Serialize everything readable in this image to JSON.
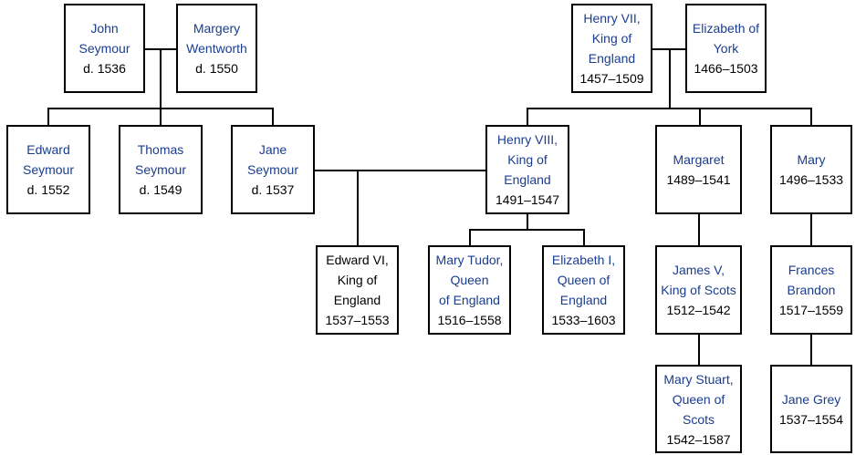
{
  "people": {
    "john_seymour": {
      "lines": [
        "John",
        "Seymour"
      ],
      "dates": "d. 1536",
      "linked": true
    },
    "margery_wentworth": {
      "lines": [
        "Margery",
        "Wentworth"
      ],
      "dates": "d. 1550",
      "linked": true
    },
    "henry_vii": {
      "lines": [
        "Henry VII,",
        "King of",
        "England"
      ],
      "dates": "1457–1509",
      "linked": true
    },
    "elizabeth_of_york": {
      "lines": [
        "Elizabeth of",
        "York"
      ],
      "dates": "1466–1503",
      "linked": true
    },
    "edward_seymour": {
      "lines": [
        "Edward",
        "Seymour"
      ],
      "dates": "d. 1552",
      "linked": true
    },
    "thomas_seymour": {
      "lines": [
        "Thomas",
        "Seymour"
      ],
      "dates": "d. 1549",
      "linked": true
    },
    "jane_seymour": {
      "lines": [
        "Jane",
        "Seymour"
      ],
      "dates": "d. 1537",
      "linked": true
    },
    "henry_viii": {
      "lines": [
        "Henry VIII,",
        "King of",
        "England"
      ],
      "dates": "1491–1547",
      "linked": true
    },
    "margaret": {
      "lines": [
        "Margaret"
      ],
      "dates": "1489–1541",
      "linked": true
    },
    "mary": {
      "lines": [
        "Mary"
      ],
      "dates": "1496–1533",
      "linked": true
    },
    "edward_vi": {
      "lines": [
        "Edward VI,",
        "King of",
        "England"
      ],
      "dates": "1537–1553",
      "linked": false
    },
    "mary_tudor": {
      "lines": [
        "Mary Tudor,",
        "Queen",
        "of England"
      ],
      "dates": "1516–1558",
      "linked": true
    },
    "elizabeth_i": {
      "lines": [
        "Elizabeth I,",
        "Queen of",
        "England"
      ],
      "dates": "1533–1603",
      "linked": true
    },
    "james_v": {
      "lines": [
        "James V,",
        "King of Scots"
      ],
      "dates": "1512–1542",
      "linked": true
    },
    "frances_brandon": {
      "lines": [
        "Frances",
        "Brandon"
      ],
      "dates": "1517–1559",
      "linked": true
    },
    "mary_stuart": {
      "lines": [
        "Mary Stuart,",
        "Queen of",
        "Scots"
      ],
      "dates": "1542–1587",
      "linked": true
    },
    "jane_grey": {
      "lines": [
        "Jane Grey"
      ],
      "dates": "1537–1554",
      "linked": true
    }
  },
  "colors": {
    "link": "#1a3d8f",
    "text": "#000000",
    "border": "#000000"
  }
}
